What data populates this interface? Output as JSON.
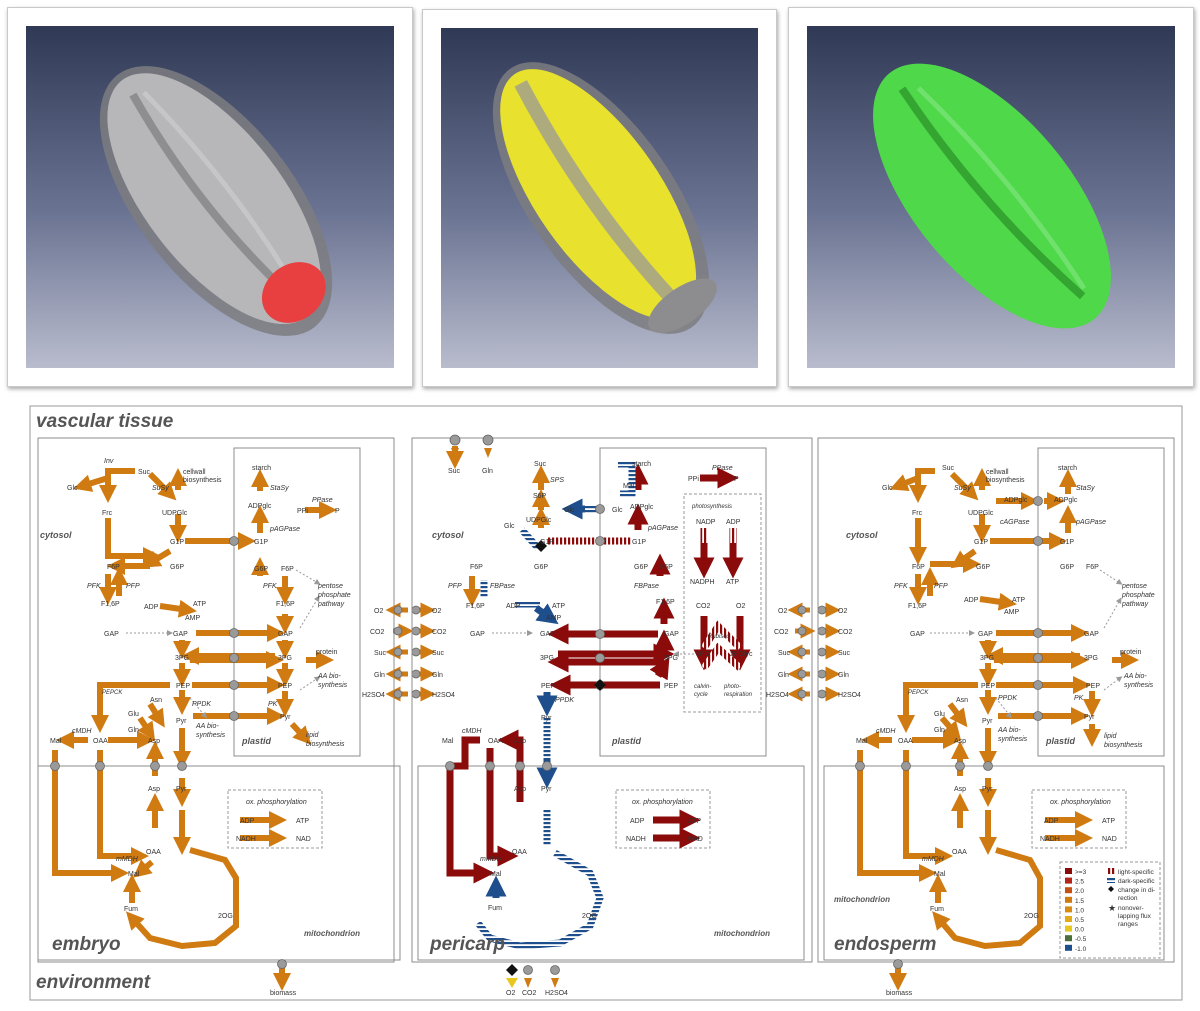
{
  "colors": {
    "embryo_seed": "#e84040",
    "pericarp_seed": "#e8e12e",
    "endosperm_seed": "#4fd84a",
    "flux_orange": "#d07a12",
    "flux_darkred": "#8b0a0a",
    "flux_blue": "#1f4e8c",
    "node": "#9a9a9a",
    "frame": "#8c8c8c",
    "text": "#333333"
  },
  "region_title": "vascular tissue",
  "environment_label": "environment",
  "tissues": {
    "embryo": {
      "name": "embryo",
      "mitochondrion": "mitochondrion",
      "cytosol": "cytosol",
      "plastid": "plastid",
      "labels": {
        "inv": "Inv",
        "suc": "Suc",
        "susy": "SuSy",
        "cellwall": "cellwall",
        "biosynthesis": "biosynthesis",
        "glc": "Glc",
        "frc": "Frc",
        "udpglc": "UDPGlc",
        "starch": "starch",
        "adpglc": "ADPglc",
        "stasy": "StaSy",
        "ppase": "PPase",
        "ppi": "PPi",
        "p": "P",
        "pagpase": "pAGPase",
        "g1p_c": "G1P",
        "g1p_p": "G1P",
        "f6p_c": "F6P",
        "g6p_c": "G6P",
        "g6p_p": "G6P",
        "f6p_p": "F6P",
        "pfk": "PFK",
        "pfp": "PFP",
        "pfk_p": "PFK",
        "f16p_c": "F1,6P",
        "f16p_p": "F1,6P",
        "adp": "ADP",
        "atp": "ATP",
        "amp": "AMP",
        "ppp1": "pentose",
        "ppp2": "phosphate",
        "ppp3": "pathway",
        "gap_c": "GAP",
        "gap_m": "GAP",
        "gap_p": "GAP",
        "pg_m": "3PG",
        "pg_p": "3PG",
        "pep_m": "PEP",
        "pep_p": "PEP",
        "pepck": "PEPCK",
        "ppdk": "PPDK",
        "pk": "PK",
        "protein": "protein",
        "aa1": "AA bio-",
        "aa2": "synthesis",
        "asn": "Asn",
        "glu": "Glu",
        "gln": "Gln",
        "mal": "Mal",
        "cmdh": "cMDH",
        "oaa": "OAA",
        "asp": "Asp",
        "pyr": "Pyr",
        "pyr_p": "Pyr",
        "aa3": "AA bio-",
        "aa4": "synthesis",
        "lipid1": "lipid",
        "lipid2": "biosynthesis",
        "asp_mt": "Asp",
        "pyr_mt": "Pyr",
        "mmdh": "mMDH",
        "oaa_mt": "OAA",
        "mal_mt": "Mal",
        "fum": "Fum",
        "og": "2OG",
        "oxphos": "ox. phosphorylation",
        "adp2": "ADP",
        "atp2": "ATP",
        "nadh": "NADH",
        "nad": "NAD",
        "biomass": "biomass"
      }
    },
    "pericarp": {
      "name": "pericarp",
      "mitochondrion": "mitochondrion",
      "cytosol": "cytosol",
      "plastid": "plastid",
      "labels": {
        "suc": "Suc",
        "gln": "Gln",
        "sps": "SPS",
        "s6p": "S6P",
        "udpglc": "UDPGlc",
        "starch": "starch",
        "ppase": "PPase",
        "ppi": "PPi",
        "p": "P",
        "glc_c": "Glc",
        "glc_p": "Glc",
        "mal": "Mal",
        "adpglc": "ADPglc",
        "pagpase": "pAGPase",
        "glc2": "Glc",
        "g1p_c": "G1P",
        "g1p_p": "G1P",
        "g6p_c": "G6P",
        "g6p_p": "G6P",
        "f6p_c": "F6P",
        "f6p_p": "F6P",
        "pfp": "PFP",
        "fbpase": "FBPase",
        "fbpase_p": "FBPase",
        "f16p_c": "F1,6P",
        "f16p_p": "F1,6P",
        "adp": "ADP",
        "atp": "ATP",
        "amp": "AMP",
        "gap_c": "GAP",
        "gap_m": "GAP",
        "gap_p": "GAP",
        "pg_m": "3PG",
        "pg_p": "3PG",
        "pep_m": "PEP",
        "pep_p": "PEP",
        "ppdk": "PPDK",
        "pyr": "Pyr",
        "ps": "photosynthesis",
        "nadp": "NADP",
        "nadph": "NADPH",
        "adp_ps": "ADP",
        "atp_ps": "ATP",
        "co2": "CO2",
        "o2": "O2",
        "rubisco": "Rubisco",
        "pg3": "3PG",
        "pglyc": "2PGlyc",
        "calvin1": "calvin-",
        "calvin2": "cycle",
        "photo1": "photo-",
        "photo2": "respiration",
        "mal_c": "Mal",
        "cmdh": "cMDH",
        "oaa": "OAA",
        "asp": "Asp",
        "asp_mt": "Asp",
        "pyr_mt": "Pyr",
        "mmdh": "mMDH",
        "oaa_mt": "OAA",
        "mal_mt": "Mal",
        "fum": "Fum",
        "og": "2OG",
        "oxphos": "ox. phosphorylation",
        "adp2": "ADP",
        "atp2": "ATP",
        "nadh": "NADH",
        "nad": "NAD",
        "o2b": "O2",
        "co2b": "CO2",
        "h2so4b": "H2SO4"
      }
    },
    "endosperm": {
      "name": "endosperm",
      "mitochondrion": "mitochondrion",
      "cytosol": "cytosol",
      "plastid": "plastid",
      "labels": {
        "suc": "Suc",
        "susy": "SuSy",
        "cellwall": "cellwall",
        "biosynthesis": "biosynthesis",
        "glc": "Glc",
        "frc": "Frc",
        "udpglc": "UDPGlc",
        "starch": "starch",
        "adpglc": "ADPglc",
        "stasy": "StaSy",
        "cagpase": "cAGPase",
        "pagpase": "pAGPase",
        "g1p_c": "G1P",
        "g1p_p": "G1P",
        "f6p_c": "F6P",
        "g6p_c": "G6P",
        "g6p_p": "G6P",
        "f6p_p": "F6P",
        "pfk": "PFK",
        "pfp": "PFP",
        "f16p_c": "F1,6P",
        "adp": "ADP",
        "atp": "ATP",
        "amp": "AMP",
        "ppp1": "pentose",
        "ppp2": "phosphate",
        "ppp3": "pathway",
        "gap_c": "GAP",
        "gap_m": "GAP",
        "gap_p": "GAP",
        "pg_m": "3PG",
        "pg_p": "3PG",
        "pep_m": "PEP",
        "pep_p": "PEP",
        "pepck": "PEPCK",
        "ppdk": "PPDK",
        "pk": "PK",
        "protein": "protein",
        "aa1": "AA bio-",
        "aa2": "synthesis",
        "asn": "Asn",
        "glu": "Glu",
        "gln": "Gln",
        "mal": "Mal",
        "cmdh": "cMDH",
        "oaa": "OAA",
        "asp": "Asp",
        "pyr": "Pyr",
        "pyr_p": "Pyr",
        "aa3": "AA bio-",
        "aa4": "synthesis",
        "lipid1": "lipid",
        "lipid2": "biosynthesis",
        "asp_mt": "Asp",
        "pyr_mt": "Pyr",
        "mmdh": "mMDH",
        "oaa_mt": "OAA",
        "mal_mt": "Mal",
        "fum": "Fum",
        "og": "2OG",
        "oxphos": "ox. phosphorylation",
        "adp2": "ADP",
        "atp2": "ATP",
        "nadh": "NADH",
        "nad": "NAD",
        "biomass": "biomass"
      }
    }
  },
  "exchange_labels": {
    "o2": "O2",
    "co2": "CO2",
    "suc": "Suc",
    "gln": "Gln",
    "h2so4": "H2SO4"
  },
  "legend": {
    "items": [
      ">=3",
      "2.5",
      "2.0",
      "1.5",
      "1.0",
      "0.5",
      "0.0",
      "-0.5",
      "-1.0"
    ],
    "item_colors": [
      "#8b0a0a",
      "#b5241a",
      "#c64f14",
      "#d07a12",
      "#d98c14",
      "#e3aa1a",
      "#e8c81e",
      "#4b6e3a",
      "#1f4e8c"
    ],
    "light_specific": "light-specific",
    "dark_specific": "dark-specific",
    "change1": "change in di-",
    "change2": "rection",
    "nonover1": "nonover-",
    "nonover2": "lapping flux",
    "nonover3": "ranges"
  }
}
